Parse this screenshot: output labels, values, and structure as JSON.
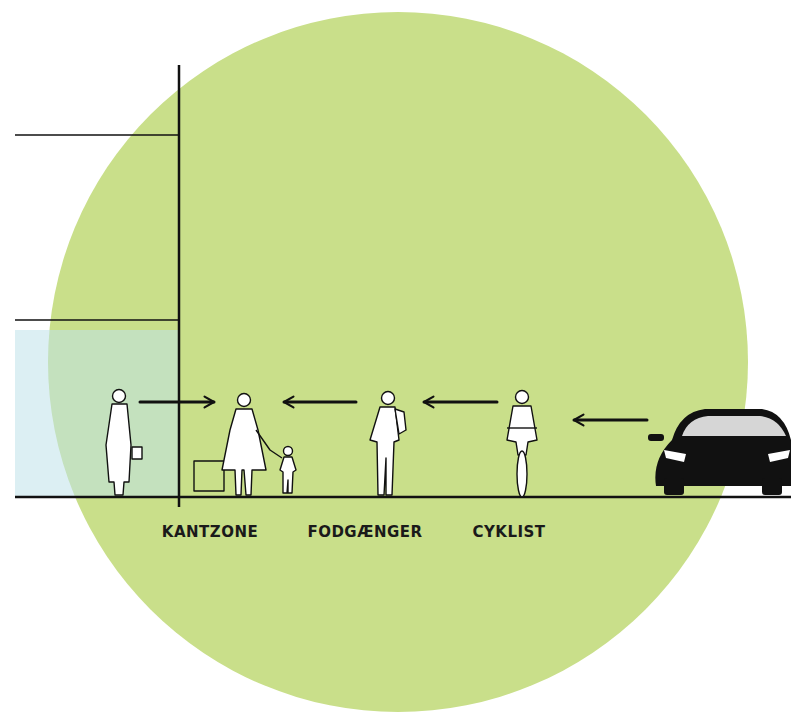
{
  "diagram": {
    "labels": [
      "KANTZONE",
      "FODGÆNGER",
      "CYKLIST"
    ]
  }
}
